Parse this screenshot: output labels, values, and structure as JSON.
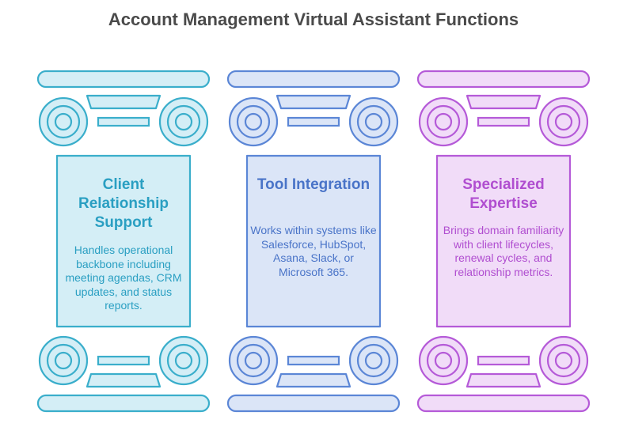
{
  "title": "Account Management Virtual Assistant Functions",
  "pillars": [
    {
      "heading": "Client Relationship Support",
      "description": "Handles operational backbone including meeting agendas, CRM updates, and status reports.",
      "stroke": "#3aaecb",
      "fill": "#d4eef6",
      "text": "#2a9fc2"
    },
    {
      "heading": "Tool Integration",
      "description": "Works within systems like Salesforce, HubSpot, Asana, Slack, or Microsoft 365.",
      "stroke": "#5b86d6",
      "fill": "#dbe5f7",
      "text": "#4a74c8"
    },
    {
      "heading": "Specialized Expertise",
      "description": "Brings domain familiarity with client lifecycles, renewal cycles, and relationship metrics.",
      "stroke": "#b55ad8",
      "fill": "#f1dcf8",
      "text": "#b04ed0"
    }
  ]
}
